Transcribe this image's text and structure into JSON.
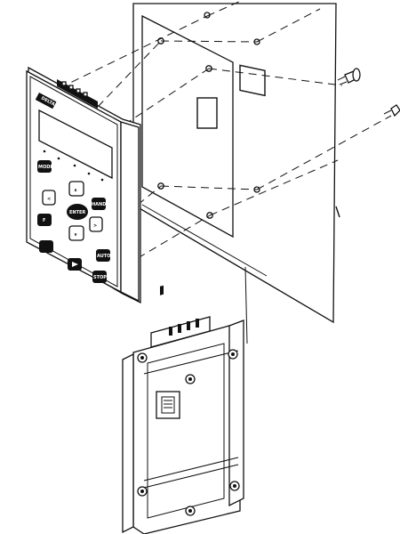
{
  "keypad": {
    "brand_text": "DELTA",
    "keys": {
      "mode": "MODE",
      "enter": "ENTER",
      "f_key": "F",
      "hand": "HAND ON",
      "auto": "AUTO",
      "stop": "STOP",
      "up": "∧",
      "down": "∨",
      "left": "<",
      "right": ">"
    }
  },
  "colors": {
    "line": "#111111",
    "background": "#ffffff"
  }
}
